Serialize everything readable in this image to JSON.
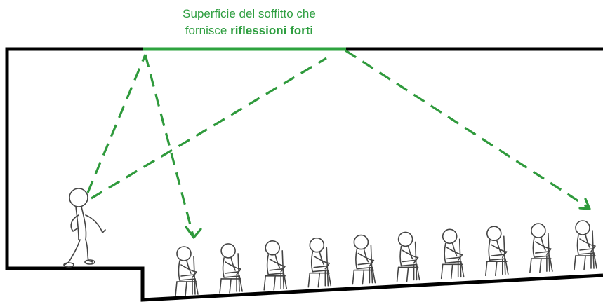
{
  "caption": {
    "line1": "Superficie del soffitto che",
    "line2_prefix": "fornisce ",
    "line2_bold": "riflessioni forti"
  },
  "colors": {
    "accent": "#2ea33f",
    "wall": "#000000",
    "figure": "#444444"
  },
  "audience_count": 10
}
